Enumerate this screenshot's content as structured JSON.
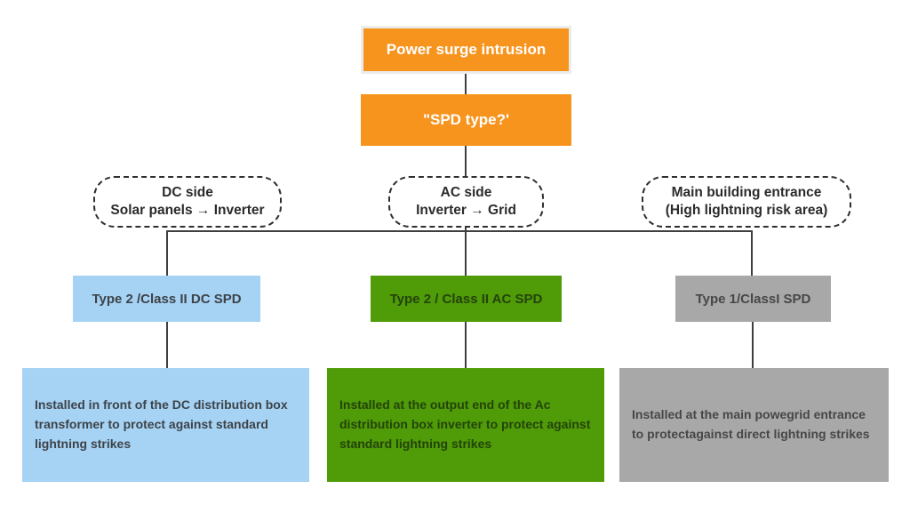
{
  "flowchart": {
    "root": {
      "label": "Power surge intrusion",
      "bg_color": "#F7941E",
      "text_color": "#FFFFFF"
    },
    "question": {
      "label": "\"SPD type?'",
      "bg_color": "#F7941E",
      "text_color": "#FFFFFF"
    },
    "branches": [
      {
        "id": "dc-side",
        "condition": {
          "line1": "DC side",
          "line2": "Solar panels → Inverter"
        },
        "spd_type": {
          "label": "Type 2 /Class II DC SPD",
          "bg_color": "#A6D2F4"
        },
        "description": {
          "text": "Installed in front of the DC distribution box transformer to protect against standard lightning strikes",
          "bg_color": "#A6D2F4"
        }
      },
      {
        "id": "ac-side",
        "condition": {
          "line1": "AC side",
          "line2": "Inverter → Grid"
        },
        "spd_type": {
          "label": "Type 2 / Class II AC SPD",
          "bg_color": "#4F9B08"
        },
        "description": {
          "text": "Installed at the output end of the Ac distribution box inverter to protect against standard lightning strikes",
          "bg_color": "#4F9B08"
        }
      },
      {
        "id": "main-building-entrance",
        "condition": {
          "line1": "Main building entrance",
          "line2": "(High lightning risk area)"
        },
        "spd_type": {
          "label": "Type 1/ClassI SPD",
          "bg_color": "#A8A8A8"
        },
        "description": {
          "text": "Installed at the main powegrid entrance to protectagainst direct lightning strikes",
          "bg_color": "#A8A8A8"
        }
      }
    ],
    "connector_color": "#3F3F3F",
    "background_color": "#FFFFFF"
  }
}
